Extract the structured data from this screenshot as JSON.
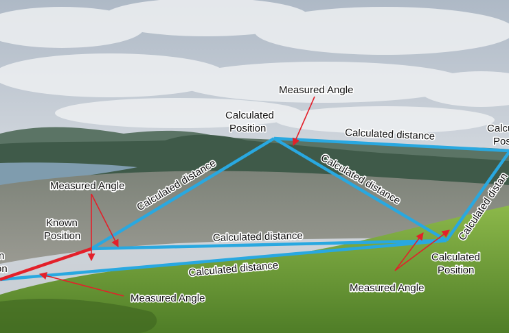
{
  "image": {
    "description_icon": "photo-landscape-icon",
    "colors": {
      "sky_top": "#b9c4cf",
      "cloud": "#eef0f2",
      "hills": "#4f6a5c",
      "lake": "#7e9aab",
      "town": "#8b8b86",
      "grass_light": "#86b044",
      "grass_dark": "#4d7a26",
      "survey_line": "#29a8e0",
      "known_line": "#e3202a",
      "arrow": "#e3202a",
      "label_text": "#111111"
    }
  },
  "labels": {
    "measured_angle_top": "Measured Angle",
    "calculated_position_top_line1": "Calculated",
    "calculated_position_top_line2": "Position",
    "calculated_distance_top_right": "Calculated distance",
    "calculated_position_right_line1": "Calcu",
    "calculated_position_right_line2": "Pos",
    "calculated_distance_left_diag": "Calculated distance",
    "calculated_distance_right_diag": "Calculated distance",
    "calculated_distance_far_right": "Calculated distan",
    "measured_angle_left": "Measured Angle",
    "known_position_line1": "Known",
    "known_position_line2": "Position",
    "edge_left_line1": "n",
    "edge_left_line2": "on",
    "calculated_distance_middle": "Calculated distance",
    "calculated_distance_bottom": "Calculated distance",
    "measured_angle_bottom_left": "Measured Angle",
    "calculated_position_bottom_right_line1": "Calculated",
    "calculated_position_bottom_right_line2": "Position",
    "measured_angle_bottom_right": "Measured Angle"
  }
}
